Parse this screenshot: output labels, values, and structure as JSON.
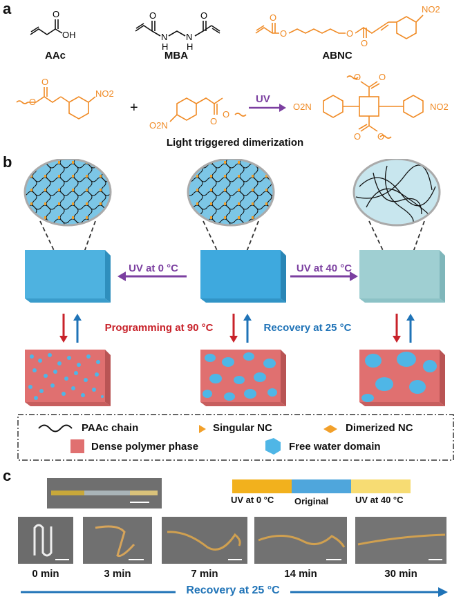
{
  "panels": {
    "a": {
      "letter": "a",
      "compounds": [
        {
          "name": "AAc",
          "atoms": [
            "O",
            "OH"
          ]
        },
        {
          "name": "MBA",
          "atoms": [
            "O",
            "O",
            "N",
            "N",
            "H",
            "H"
          ]
        },
        {
          "name": "ABNC",
          "atoms": [
            "O",
            "O",
            "O",
            "O",
            "NO2"
          ]
        }
      ],
      "reaction": {
        "plus": "+",
        "arrow_label": "UV",
        "caption": "Light triggered dimerization",
        "atoms": {
          "reactant1": [
            "O",
            "O",
            "NO2"
          ],
          "reactant2": [
            "O2N",
            "O",
            "O"
          ],
          "product": [
            "O",
            "O",
            "O2N",
            "NO2",
            "O",
            "O"
          ]
        }
      }
    },
    "b": {
      "letter": "b",
      "arrow_left": "UV at 0 °C",
      "arrow_right": "UV at 40 °C",
      "programming": "Programming at 90 °C",
      "recovery": "Recovery at 25 °C",
      "legend": [
        {
          "icon": "chain",
          "label": "PAAc chain"
        },
        {
          "icon": "singular-nc",
          "label": "Singular NC"
        },
        {
          "icon": "dimerized-nc",
          "label": "Dimerized NC"
        },
        {
          "icon": "dense-phase",
          "label": "Dense polymer phase"
        },
        {
          "icon": "water-domain",
          "label": "Free water domain"
        }
      ]
    },
    "c": {
      "letter": "c",
      "color_bar": {
        "segments": [
          {
            "label": "UV at 0 °C",
            "color": "#f2b11d"
          },
          {
            "label": "Original",
            "color": "#4fa6dc"
          },
          {
            "label": "UV at 40 °C",
            "color": "#f7dc73"
          }
        ]
      },
      "times": [
        "0 min",
        "3 min",
        "7 min",
        "14 min",
        "30 min"
      ],
      "recovery": "Recovery at 25 °C"
    }
  },
  "colors": {
    "orange": "#f08a24",
    "purple": "#7b3fa0",
    "red": "#c8222a",
    "blue": "#1f73b7",
    "gel_blue": "#4eb2e0",
    "gel_pale": "#9fcfd2",
    "dense_red": "#e07070",
    "water_blue": "#4fb6e6"
  }
}
